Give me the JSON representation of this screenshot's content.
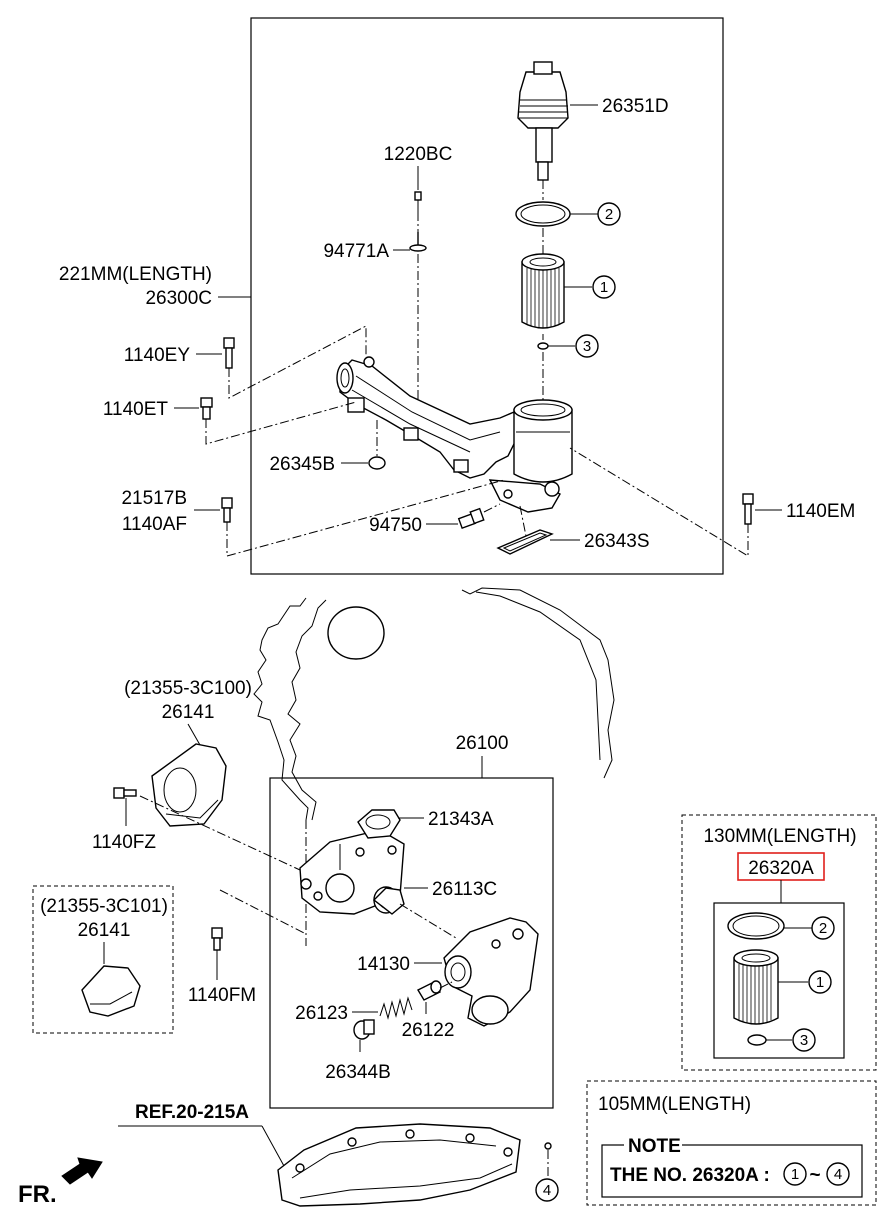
{
  "diagram": {
    "upper_module": {
      "length_note": "221MM(LENGTH)",
      "assembly_no": "26300C",
      "parts": {
        "cap": "26351D",
        "bolt_top": "1220BC",
        "washer": "94771A",
        "bolt_ey": "1140EY",
        "bolt_et": "1140ET",
        "plug": "26345B",
        "bolt_b": "21517B",
        "bolt_af": "1140AF",
        "sensor": "94750",
        "gasket": "26343S",
        "bolt_em": "1140EM"
      },
      "callouts": {
        "oring": "2",
        "filter": "1",
        "small_oring": "3"
      }
    },
    "cover_a": {
      "ref": "(21355-3C100)",
      "part": "26141",
      "bolt": "1140FZ"
    },
    "cover_b": {
      "ref": "(21355-3C101)",
      "part": "26141",
      "bolt": "1140FM"
    },
    "oil_pump": {
      "assembly_no": "26100",
      "parts": {
        "screen": "21343A",
        "seal": "26113C",
        "housing": "14130",
        "spring": "26123",
        "valve": "26122",
        "plug": "26344B"
      }
    },
    "oil_pan": {
      "ref": "REF.20-215A",
      "callout": "4"
    },
    "filter_kit": {
      "length_note": "130MM(LENGTH)",
      "part_no": "26320A",
      "callouts": {
        "oring": "2",
        "filter": "1",
        "small_oring": "3"
      },
      "highlight_color": "#e0201c"
    },
    "note_box": {
      "length_note": "105MM(LENGTH)",
      "title": "NOTE",
      "prefix": "THE NO. 26320A :",
      "range_start": "1",
      "range_sep": "~",
      "range_end": "4"
    },
    "direction": {
      "label": "FR."
    }
  }
}
